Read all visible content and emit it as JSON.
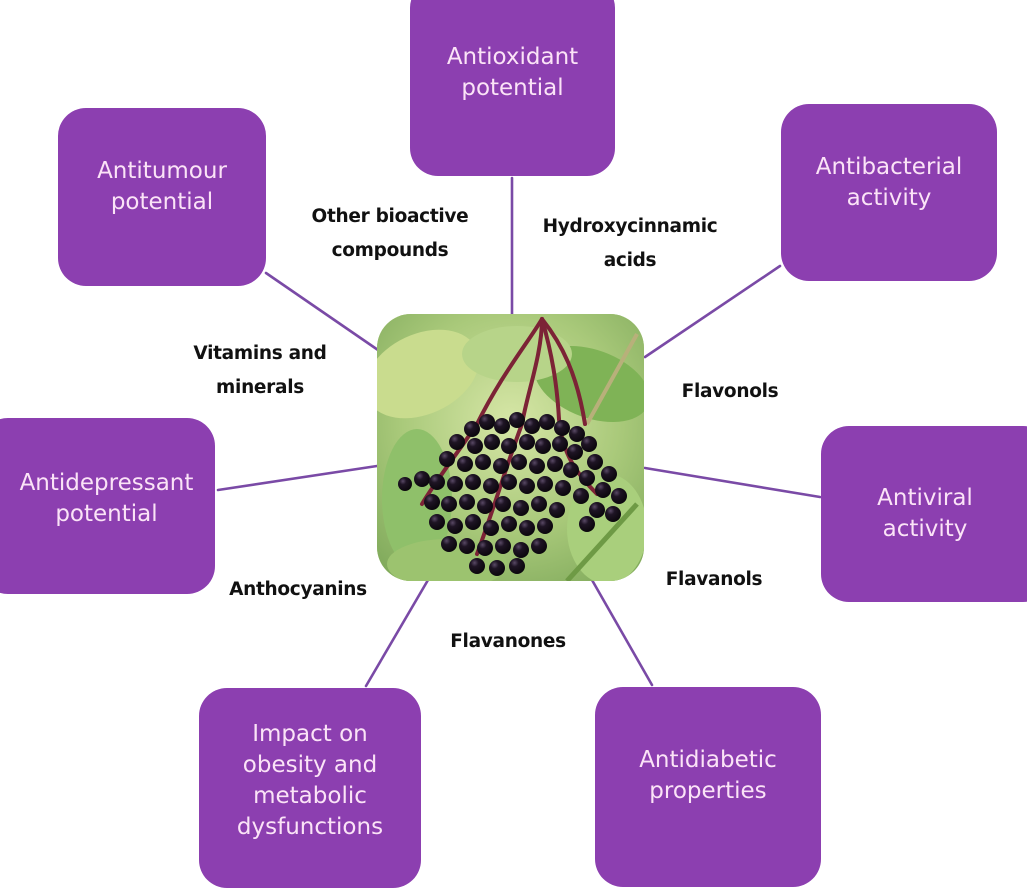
{
  "diagram": {
    "type": "hub-and-spoke",
    "center": {
      "image_description": "Cluster of dark purple-black elderberries on red stems with green leaves",
      "kind": "photo"
    },
    "colors": {
      "box_fill": "#8c3fb0",
      "box_text": "#fbe3f7",
      "connector": "#7a4aa6",
      "label_text": "#111111",
      "background": "#ffffff"
    },
    "boxes": [
      {
        "id": "antioxidant",
        "text": "Antioxidant\npotential"
      },
      {
        "id": "antibacterial",
        "text": "Antibacterial\nactivity"
      },
      {
        "id": "antiviral",
        "text": "Antiviral\nactivity"
      },
      {
        "id": "antidiabetic",
        "text": "Antidiabetic\nproperties"
      },
      {
        "id": "obesity",
        "text": "Impact on\nobesity and\nmetabolic\ndysfunctions"
      },
      {
        "id": "antidepressant",
        "text": "Antidepressant\npotential"
      },
      {
        "id": "antitumour",
        "text": "Antitumour\npotential"
      }
    ],
    "compound_labels": [
      {
        "id": "hydroxycinnamic",
        "text": "Hydroxycinnamic\nacids"
      },
      {
        "id": "flavonols",
        "text": "Flavonols"
      },
      {
        "id": "flavanols",
        "text": "Flavanols"
      },
      {
        "id": "flavanones",
        "text": "Flavanones"
      },
      {
        "id": "anthocyanins",
        "text": "Anthocyanins"
      },
      {
        "id": "vitamins",
        "text": "Vitamins and\nminerals"
      },
      {
        "id": "other",
        "text": "Other bioactive\ncompounds"
      }
    ]
  }
}
